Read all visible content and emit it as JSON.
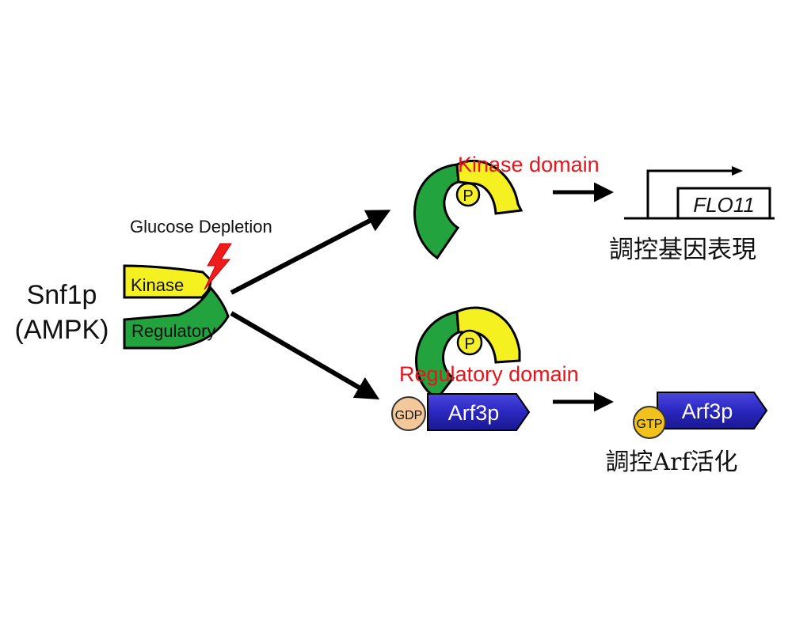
{
  "snf1p": {
    "name": "Snf1p",
    "alias": "(AMPK)",
    "kinase_label": "Kinase",
    "regulatory_label": "Regulatory"
  },
  "trigger": {
    "label": "Glucose Depletion"
  },
  "top_branch": {
    "domain_label": "Kinase domain",
    "phospho": "P",
    "gene": "FLO11",
    "caption": "調控基因表現"
  },
  "bottom_branch": {
    "domain_label": "Regulatory domain",
    "phospho": "P",
    "gdp": "GDP",
    "gtp": "GTP",
    "arf_before": "Arf3p",
    "arf_after": "Arf3p",
    "caption": "調控Arf活化"
  },
  "colors": {
    "kinase_yellow": "#f5f020",
    "regulatory_green": "#22a33e",
    "domain_red": "#e8141b",
    "arf_blue": "#2622b8",
    "gdp_peach": "#f3c89a",
    "gtp_gold": "#f1c21b",
    "phospho_yellow": "#f4ef2a",
    "bolt_red": "#ee1c1c"
  }
}
